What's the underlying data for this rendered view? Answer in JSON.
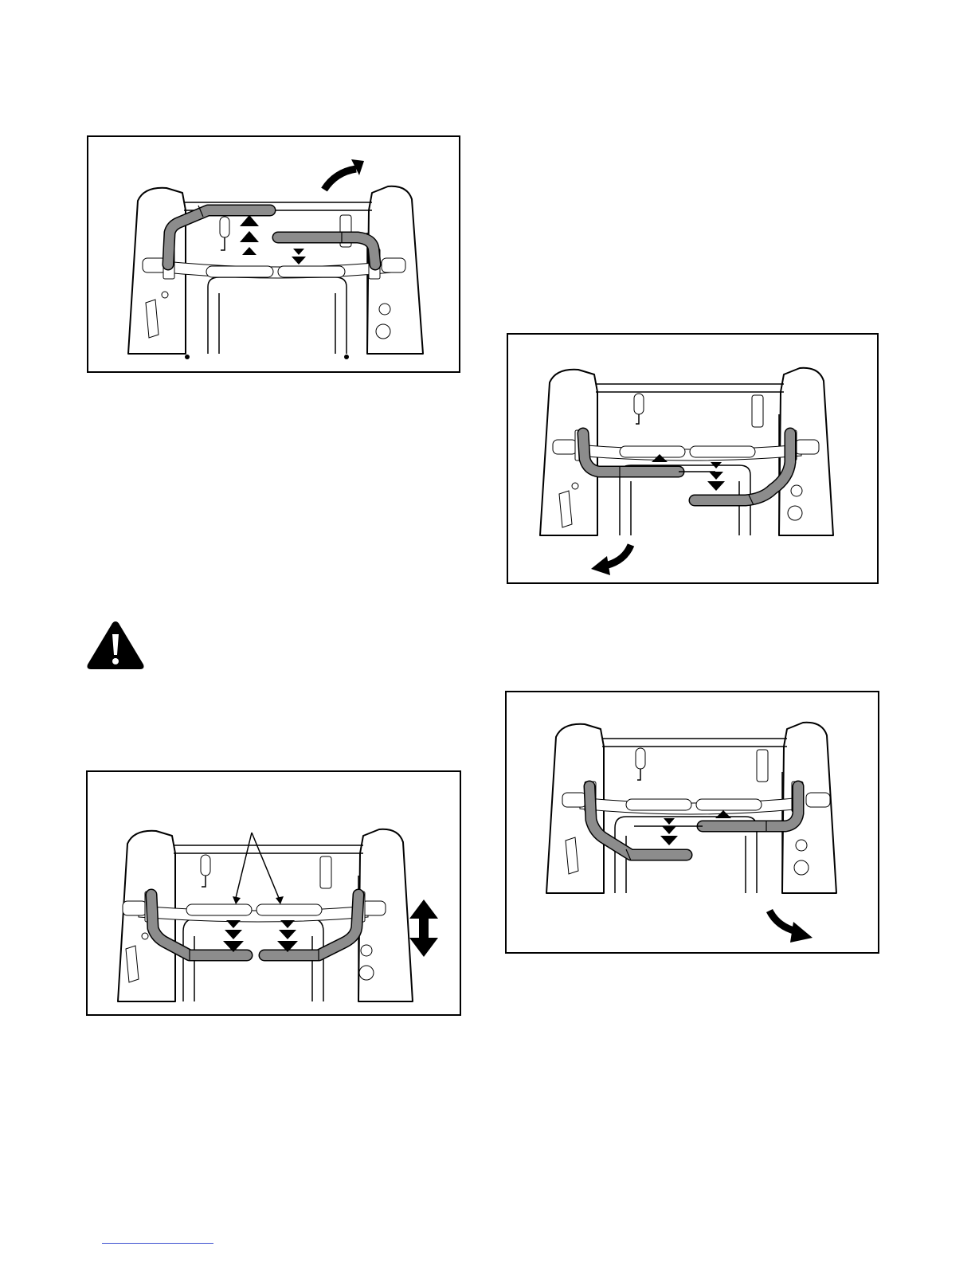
{
  "figures": [
    {
      "id": "fig1",
      "motion": "rotate-up-right",
      "left_bar": "raised",
      "right_bar": "lowered"
    },
    {
      "id": "fig2",
      "motion": "rotate-down-left",
      "left_bar": "lowered",
      "right_bar": "lowest"
    },
    {
      "id": "fig3",
      "motion": "up-down",
      "left_bar": "lowered",
      "right_bar": "lowered"
    },
    {
      "id": "fig4",
      "motion": "rotate-down-right",
      "left_bar": "lowest",
      "right_bar": "lowered"
    }
  ],
  "icons": {
    "warning": "warning-triangle-icon",
    "arrows": [
      "curved-arrow-icon",
      "double-headed-arrow-icon",
      "triangle-up-icon",
      "triangle-down-icon"
    ]
  },
  "colors": {
    "handle": "#8c8c8c",
    "line": "#000000",
    "background": "#ffffff"
  }
}
